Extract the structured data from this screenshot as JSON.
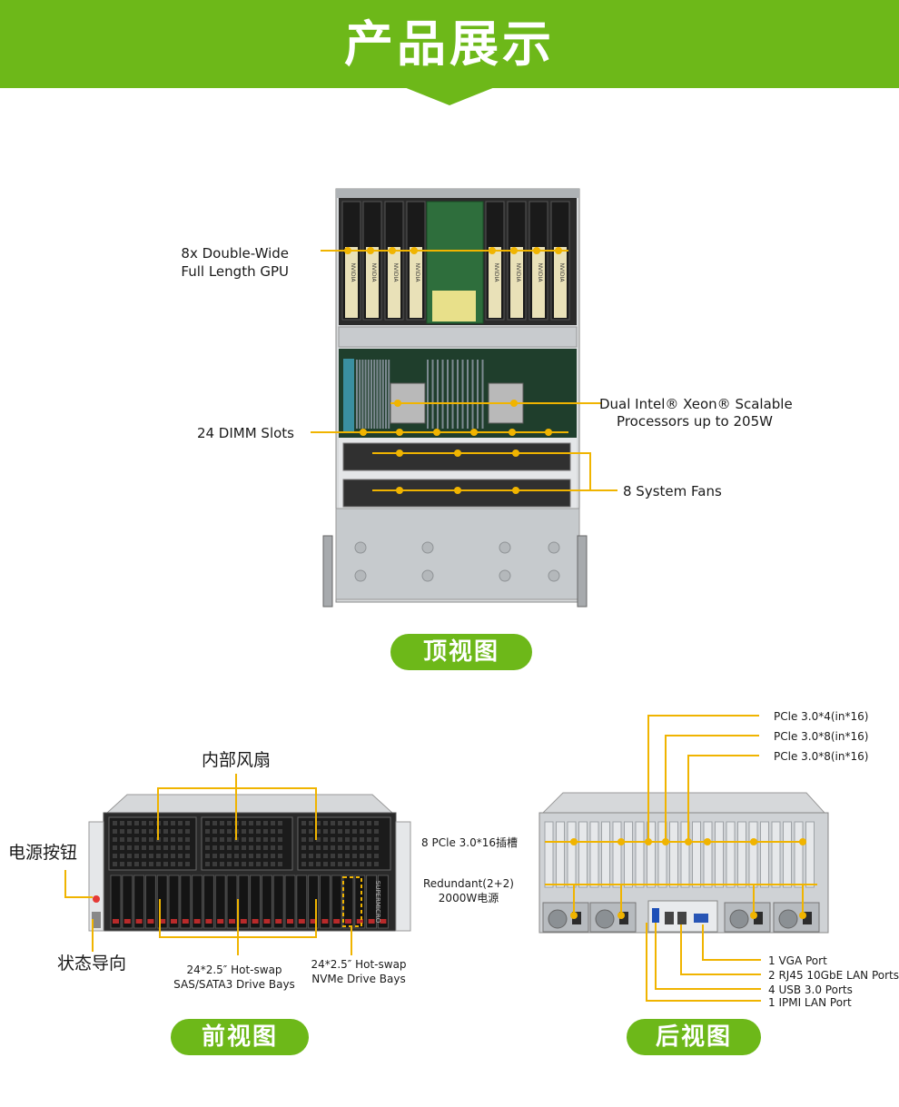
{
  "header": {
    "title": "产品展示"
  },
  "top_view": {
    "caption": "顶视图",
    "gpu_label_1": "8x Double-Wide",
    "gpu_label_2": "Full Length GPU",
    "cpu_label_1": "Dual Intel® Xeon® Scalable",
    "cpu_label_2": "Processors up to 205W",
    "dimm_label": "24 DIMM Slots",
    "fans_label": "8 System Fans",
    "gpu_brand": "NVIDIA"
  },
  "front_view": {
    "caption": "前视图",
    "internal_fans": "内部风扇",
    "power_button": "电源按钮",
    "status_indicator": "状态导向",
    "sas_bays_1": "24*2.5″ Hot-swap",
    "sas_bays_2": "SAS/SATA3 Drive Bays",
    "nvme_bays_1": "24*2.5″ Hot-swap",
    "nvme_bays_2": "NVMe Drive Bays",
    "brand": "SUPERMICRO"
  },
  "rear_view": {
    "caption": "后视图",
    "pcie_1": "PCle 3.0*4(in*16)",
    "pcie_2": "PCle 3.0*8(in*16)",
    "pcie_3": "PCle 3.0*8(in*16)",
    "pcie_slots": "8 PCle 3.0*16插槽",
    "psu_1": "Redundant(2+2)",
    "psu_2": "2000W电源",
    "vga": "1 VGA Port",
    "rj45": "2 RJ45 10GbE LAN Ports",
    "usb": "4 USB 3.0 Ports",
    "ipmi": "1 IPMI LAN Port"
  },
  "colors": {
    "accent": "#6db819",
    "callout": "#f0b400"
  }
}
